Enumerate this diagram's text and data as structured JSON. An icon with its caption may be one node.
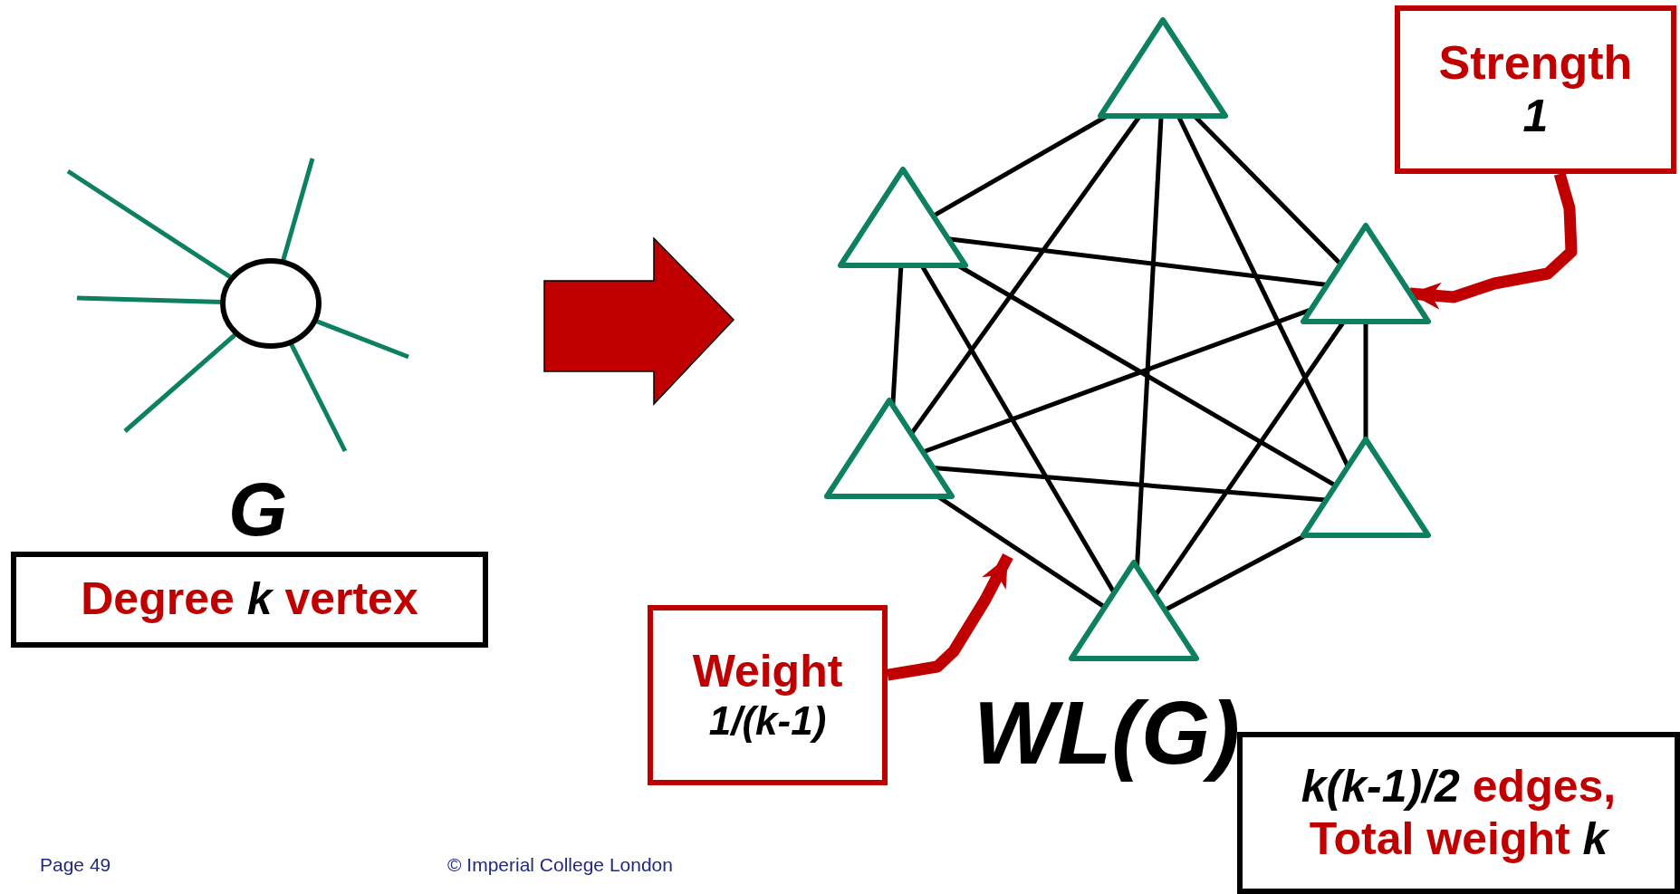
{
  "diagram": {
    "nodes": [
      {
        "text": [],
        "shape": "circle"
      },
      {
        "text": [
          "Degree *k* vertex"
        ]
      },
      {
        "text": [],
        "shape": "triangle"
      },
      {
        "text": [],
        "shape": "triangle"
      },
      {
        "text": [],
        "shape": "triangle"
      },
      {
        "text": [],
        "shape": "triangle"
      },
      {
        "text": [],
        "shape": "triangle"
      },
      {
        "text": [],
        "shape": "triangle"
      },
      {
        "text": [
          "Strength",
          "1"
        ]
      },
      {
        "text": [
          "Weight",
          "1/(k-1)"
        ]
      },
      {
        "text": [
          "*k(k-1)/2* edges, Total weight *k*"
        ]
      }
    ],
    "edges": [
      {
        "from": 0,
        "to": null,
        "arrow": "none",
        "color": "#0e8062"
      },
      {
        "from": 0,
        "to": null,
        "arrow": "none",
        "color": "#0e8062"
      },
      {
        "from": 0,
        "to": null,
        "arrow": "none",
        "color": "#0e8062"
      },
      {
        "from": 0,
        "to": null,
        "arrow": "none",
        "color": "#0e8062"
      },
      {
        "from": 0,
        "to": null,
        "arrow": "none",
        "color": "#0e8062"
      },
      {
        "from": 0,
        "to": null,
        "arrow": "none",
        "color": "#0e8062"
      },
      {
        "from": 2,
        "to": 3,
        "arrow": "none"
      },
      {
        "from": 2,
        "to": 4,
        "arrow": "none"
      },
      {
        "from": 2,
        "to": 5,
        "arrow": "none"
      },
      {
        "from": 2,
        "to": 6,
        "arrow": "none"
      },
      {
        "from": 2,
        "to": 7,
        "arrow": "none"
      },
      {
        "from": 3,
        "to": 4,
        "arrow": "none"
      },
      {
        "from": 3,
        "to": 5,
        "arrow": "none"
      },
      {
        "from": 3,
        "to": 6,
        "arrow": "none"
      },
      {
        "from": 3,
        "to": 7,
        "arrow": "none"
      },
      {
        "from": 4,
        "to": 5,
        "arrow": "none"
      },
      {
        "from": 4,
        "to": 6,
        "arrow": "none"
      },
      {
        "from": 4,
        "to": 7,
        "arrow": "none"
      },
      {
        "from": 5,
        "to": 6,
        "arrow": "none"
      },
      {
        "from": 5,
        "to": 7,
        "arrow": "none"
      },
      {
        "from": 6,
        "to": 7,
        "arrow": "none"
      },
      {
        "from": 8,
        "to": 4,
        "arrow": "to",
        "style": "thick",
        "color": "#c00000"
      },
      {
        "from": 9,
        "to": null,
        "arrow": "to",
        "style": "thick",
        "color": "#c00000"
      }
    ],
    "labels": [
      "G",
      "WL(G)",
      "Page 49",
      "© Imperial College London"
    ]
  }
}
